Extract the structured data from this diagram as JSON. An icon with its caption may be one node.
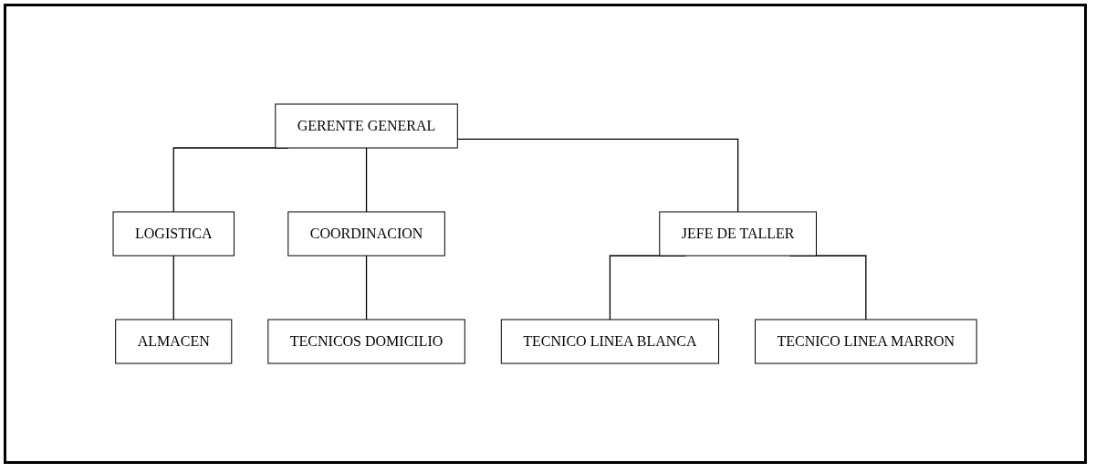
{
  "diagram": {
    "nodes": [
      {
        "text": [
          "GERENTE GENERAL"
        ]
      },
      {
        "text": [
          "LOGISTICA"
        ]
      },
      {
        "text": [
          "COORDINACION"
        ]
      },
      {
        "text": [
          "JEFE DE TALLER"
        ]
      },
      {
        "text": [
          "ALMACEN"
        ]
      },
      {
        "text": [
          "TECNICOS DOMICILIO"
        ]
      },
      {
        "text": [
          "TECNICO LINEA BLANCA"
        ]
      },
      {
        "text": [
          "TECNICO LINEA MARRON"
        ]
      }
    ],
    "edges": [
      {
        "from": 0,
        "to": 1,
        "arrow": "none"
      },
      {
        "from": 0,
        "to": 2,
        "arrow": "none"
      },
      {
        "from": 0,
        "to": 3,
        "arrow": "none"
      },
      {
        "from": 1,
        "to": 4,
        "arrow": "none"
      },
      {
        "from": 2,
        "to": 5,
        "arrow": "none"
      },
      {
        "from": 3,
        "to": 6,
        "arrow": "none"
      },
      {
        "from": 3,
        "to": 7,
        "arrow": "none"
      }
    ]
  }
}
